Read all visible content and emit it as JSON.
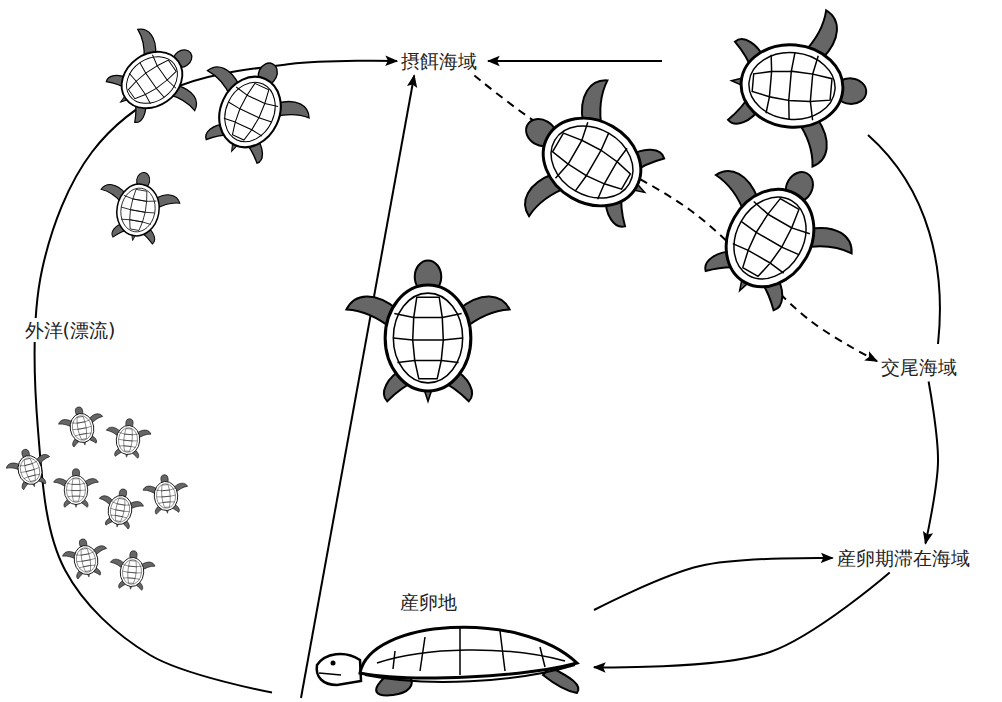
{
  "diagram": {
    "nodes": [
      {
        "text": [
          "摂餌海域"
        ]
      },
      {
        "text": [
          "交尾海域"
        ]
      },
      {
        "text": [
          "産卵期滞在海域"
        ]
      },
      {
        "text": [
          "産卵地"
        ]
      }
    ],
    "edges": [
      {
        "from": 3,
        "to": 0,
        "arrow": "to",
        "label": "外洋(漂流)"
      },
      {
        "from": 3,
        "to": 0,
        "arrow": "to"
      },
      {
        "from": 0,
        "to": 1,
        "arrow": "to"
      },
      {
        "from": 1,
        "to": 2,
        "arrow": "to"
      },
      {
        "from": 3,
        "to": 2,
        "arrow": "to"
      },
      {
        "from": 2,
        "to": 3,
        "arrow": "to"
      }
    ]
  }
}
